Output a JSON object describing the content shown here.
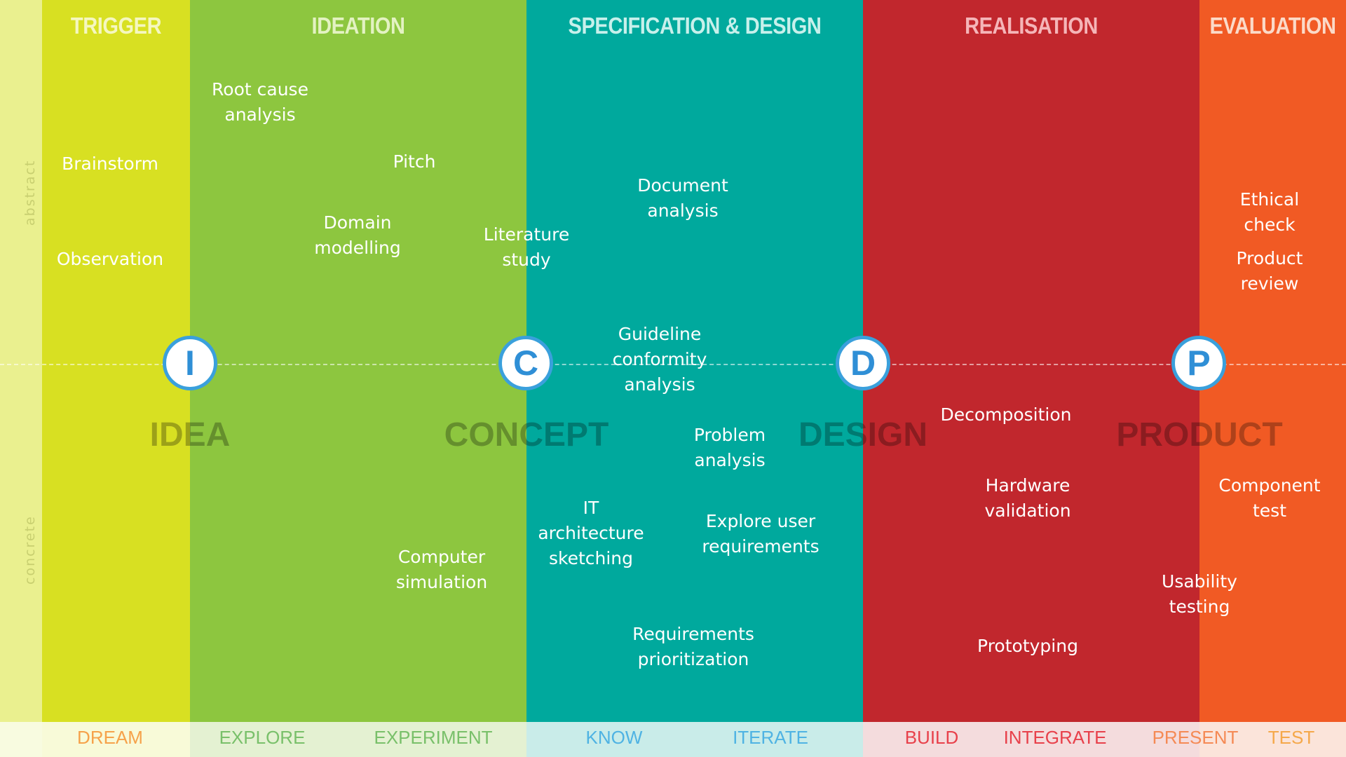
{
  "phases": {
    "trigger": "TRIGGER",
    "ideation": "IDEATION",
    "spec": "SPECIFICATION & DESIGN",
    "realisation": "REALISATION",
    "evaluation": "EVALUATION"
  },
  "axis": {
    "abstract": "abstract",
    "concrete": "concrete"
  },
  "milestones": {
    "i": "I",
    "c": "C",
    "d": "D",
    "p": "P"
  },
  "stages": {
    "idea": "IDEA",
    "concept": "CONCEPT",
    "design": "DESIGN",
    "product": "PRODUCT"
  },
  "activities": {
    "brainstorm": "Brainstorm",
    "observation": "Observation",
    "root_cause": "Root cause\nanalysis",
    "pitch": "Pitch",
    "domain_modelling": "Domain\nmodelling",
    "literature_study": "Literature\nstudy",
    "computer_simulation": "Computer\nsimulation",
    "document_analysis": "Document\nanalysis",
    "guideline": "Guideline\nconformity\nanalysis",
    "problem_analysis": "Problem\nanalysis",
    "it_architecture": "IT\narchitecture\nsketching",
    "explore_user": "Explore user\nrequirements",
    "req_prioritization": "Requirements\nprioritization",
    "decomposition": "Decomposition",
    "hardware_validation": "Hardware\nvalidation",
    "prototyping": "Prototyping",
    "ethical_check": "Ethical check",
    "product_review": "Product\nreview",
    "component_test": "Component\ntest",
    "usability_testing": "Usability\ntesting"
  },
  "verbs": {
    "dream": "DREAM",
    "explore": "EXPLORE",
    "experiment": "EXPERIMENT",
    "know": "KNOW",
    "iterate": "ITERATE",
    "build": "BUILD",
    "integrate": "INTEGRATE",
    "present": "PRESENT",
    "test": "TEST"
  },
  "colors": {
    "trigger": "#d8e022",
    "ideation": "#8dc63f",
    "spec": "#00a99d",
    "realisation": "#c1272d",
    "evaluation": "#f15a24",
    "milestone_ring": "#3aa0dc"
  }
}
